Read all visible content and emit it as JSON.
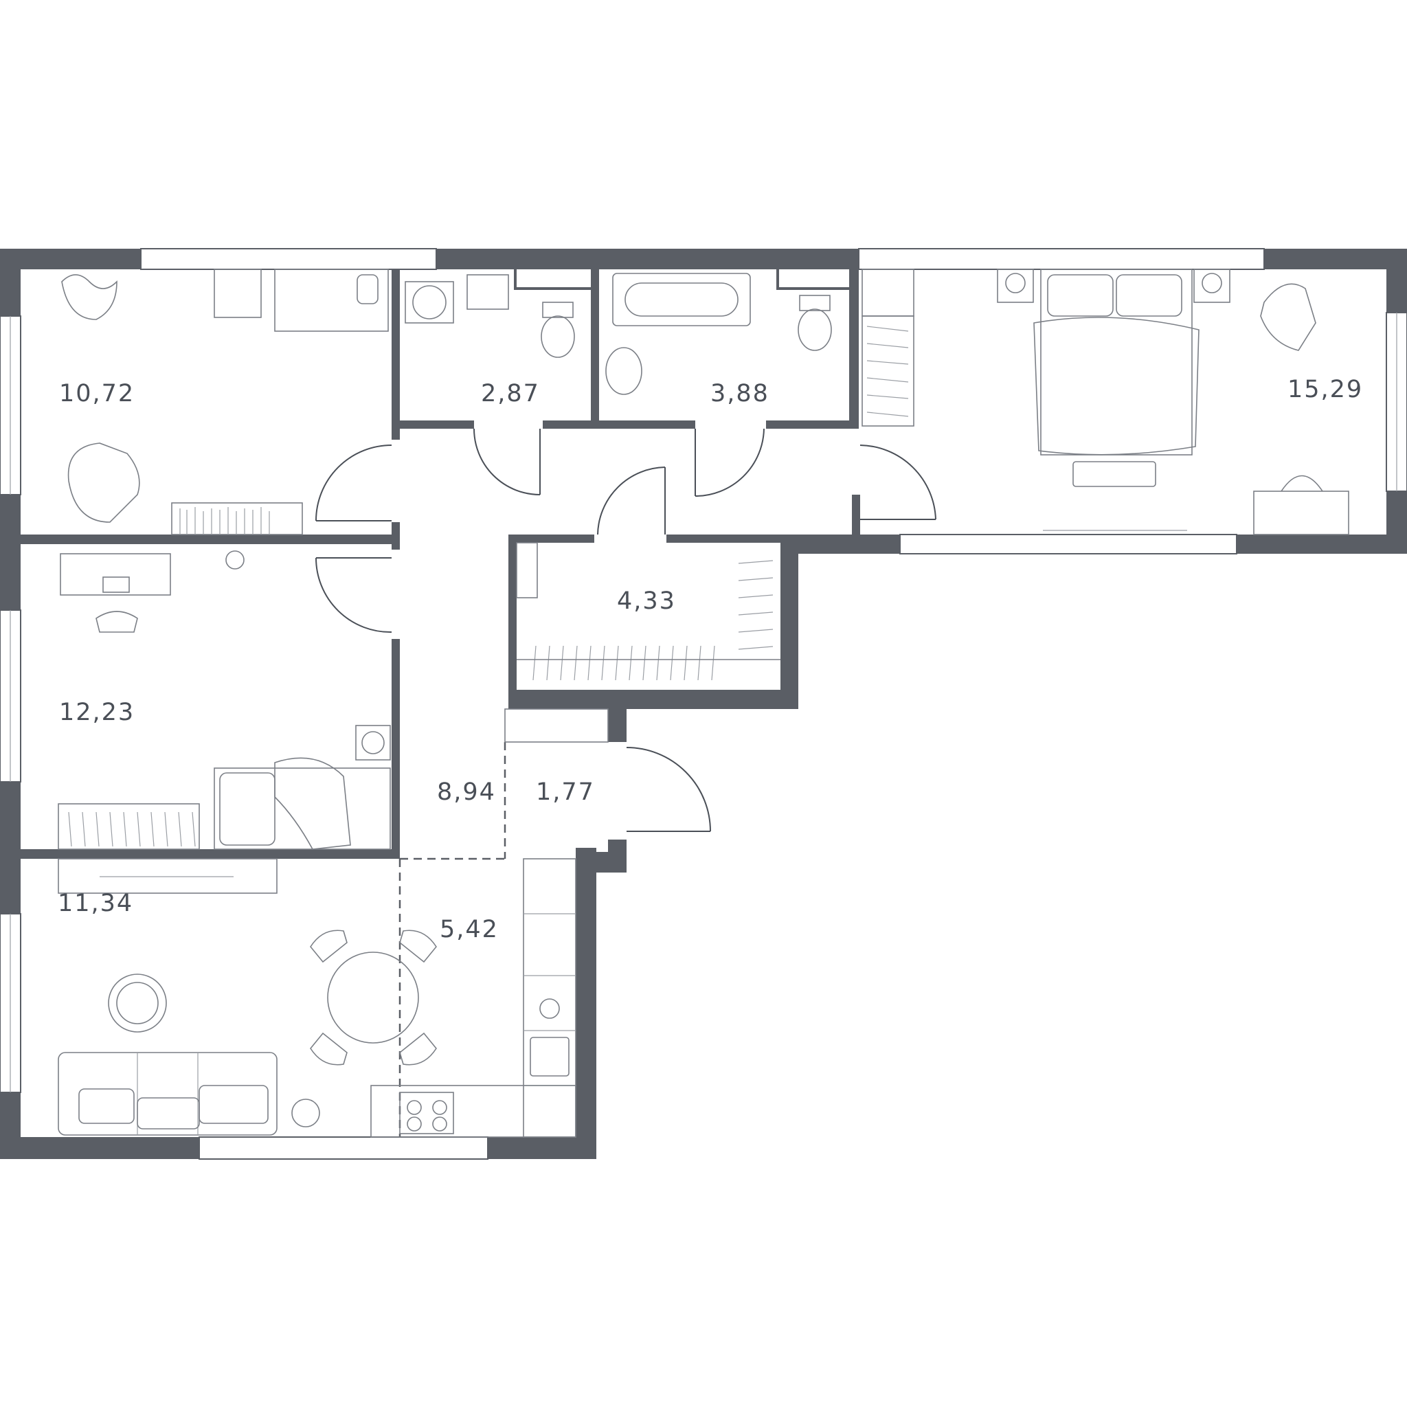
{
  "rooms": [
    {
      "id": "bedroom-left-top",
      "area": "10,72"
    },
    {
      "id": "bathroom-small",
      "area": "2,87"
    },
    {
      "id": "bathroom-large",
      "area": "3,88"
    },
    {
      "id": "bedroom-master",
      "area": "15,29"
    },
    {
      "id": "wardrobe",
      "area": "4,33"
    },
    {
      "id": "bedroom-left-middle",
      "area": "12,23"
    },
    {
      "id": "hallway",
      "area": "8,94"
    },
    {
      "id": "entrance",
      "area": "1,77"
    },
    {
      "id": "living-room",
      "area": "11,34"
    },
    {
      "id": "kitchen",
      "area": "5,42"
    }
  ],
  "colors": {
    "wall": "#5a5e65",
    "line": "#7b7f86",
    "label": "#4a4f57"
  }
}
